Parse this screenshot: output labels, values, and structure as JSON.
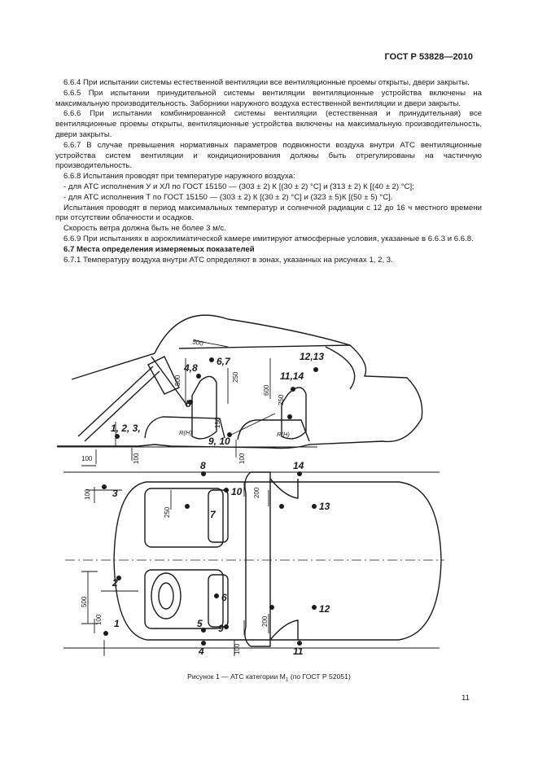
{
  "header": "ГОСТ Р 53828—2010",
  "paragraphs": [
    {
      "text": "6.6.4 При испытании системы естественной вентиляции все вентиляционные проемы открыты, двери закрыты."
    },
    {
      "text": "6.6.5 При испытании принудительной системы вентиляции вентиляционные устройства включены на максимальную производительность. Заборники наружного воздуха естественной вентиляции и двери закрыты."
    },
    {
      "text": "6.6.6 При испытании комбинированной системы вентиляции (естественная и принудительная) все вентиляционные проемы открыты, вентиляционные устройства включены на максимальную производительность, двери закрыты."
    },
    {
      "text": "6.6.7 В случае превышения нормативных параметров подвижности воздуха внутри АТС вентиляционные устройства систем вентиляции и кондиционирования должны быть отрегулированы на частичную производительность."
    },
    {
      "text": "6.6.8 Испытания проводят при температуре наружного воздуха:"
    },
    {
      "text": "- для АТС исполнения У и ХЛ по ГОСТ 15150 — (303 ± 2) К [(30 ± 2) °С] и (313 ± 2) К [(40 ± 2) °С];",
      "list": true
    },
    {
      "text": "- для АТС исполнения Т по ГОСТ 15150 — (303 ± 2) К [(30 ± 2) °С] и (323 ± 5)К [(50 ± 5) °С].",
      "list": true
    },
    {
      "text": "Испытания проводят в период максимальных температур и солнечной радиации с 12 до 16 ч местного времени при отсутствии облачности и осадков."
    },
    {
      "text": "Скорость ветра должна быть не более 3 м/с."
    },
    {
      "text": "6.6.9 При испытаниях в аэроклиматической камере имитируют атмосферные условия, указанные в 6.6.3 и 6.6.8."
    },
    {
      "text": "6.7 Места определения измеряемых показателей",
      "bold": true
    },
    {
      "text": "6.7.1 Температуру воздуха внутри АТС определяют в зонах, указанных на рисунках 1, 2, 3."
    }
  ],
  "figure": {
    "side_labels": {
      "p67": "6,7",
      "p48": "4,8",
      "p5": "5",
      "p1213": "12,13",
      "p1114": "11,14",
      "p123": "1, 2, 3,",
      "p910": "9, 10",
      "d500a": "500",
      "d500b": "500",
      "d250": "250",
      "d600": "600",
      "d250b": "250",
      "d150": "150",
      "d100a": "100",
      "d100b": "100",
      "d100c": "100",
      "rh1": "R(H)",
      "rh2": "R(H)"
    },
    "top_labels": {
      "p8": "8",
      "p14": "14",
      "p3": "3",
      "p10": "10",
      "p7": "7",
      "p13": "13",
      "p2": "2",
      "p6": "6",
      "p12": "12",
      "p1": "1",
      "p5": "5",
      "p9": "9",
      "p4": "4",
      "p11": "11",
      "d100a": "100",
      "d250": "250",
      "d200a": "200",
      "d500": "500",
      "d100b": "100",
      "d200b": "200",
      "d100c": "100"
    }
  },
  "caption_main": "Рисунок 1 — АТС категории М",
  "caption_sub": "1",
  "caption_tail": " (по ГОСТ Р 52051)",
  "page_number": "11"
}
